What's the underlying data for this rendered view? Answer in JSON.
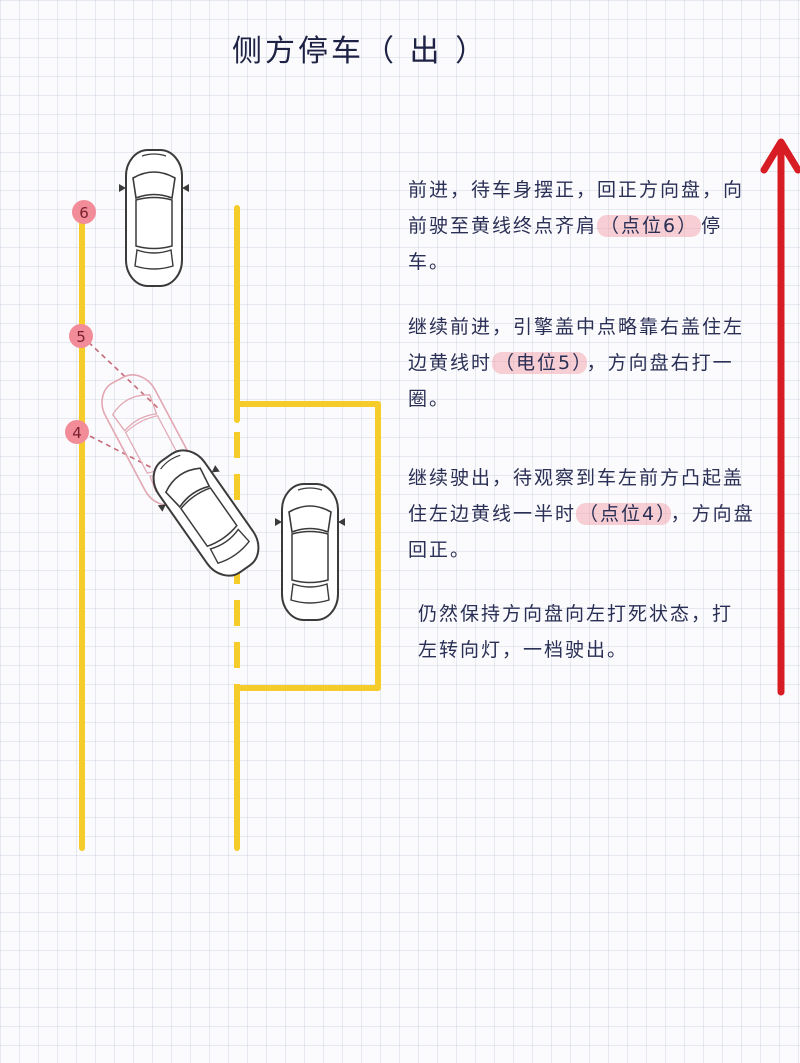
{
  "title": "侧方停车（ 出 ）",
  "markers": [
    "6",
    "5",
    "4"
  ],
  "steps": [
    {
      "text_before": "前进，待车身摆正，回正方向盘，向前驶至黄线终点齐肩",
      "highlight": "（点位6）",
      "text_after": "停车。"
    },
    {
      "text_before": "继续前进，引擎盖中点略靠右盖住左边黄线时",
      "highlight": "（电位5）",
      "text_after": "，方向盘右打一圈。"
    },
    {
      "text_before": "继续驶出，待观察到车左前方凸起盖住左边黄线一半时",
      "highlight": "（点位4）",
      "text_after": "，方向盘回正。"
    },
    {
      "text_before": "仍然保持方向盘向左打死状态，打左转向灯，一档驶出。",
      "highlight": "",
      "text_after": ""
    }
  ],
  "colors": {
    "yellow_line": "#f5cc2a",
    "arrow": "#d81c24",
    "marker": "#f28c98",
    "highlight": "#f2a0a8"
  }
}
